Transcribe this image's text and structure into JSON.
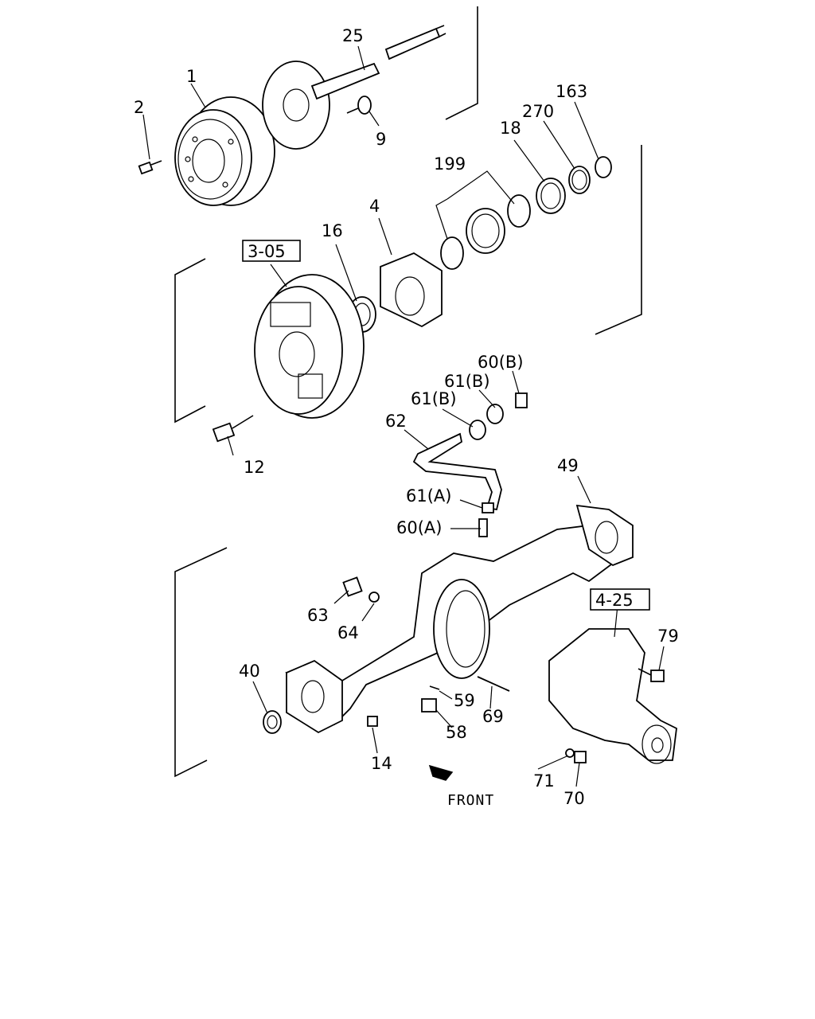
{
  "labels": {
    "p1": "1",
    "p2": "2",
    "p25": "25",
    "p9": "9",
    "p163": "163",
    "p270": "270",
    "p18": "18",
    "p199": "199",
    "p4": "4",
    "p16": "16",
    "p12": "12",
    "p60b": "60(B)",
    "p61b_1": "61(B)",
    "p61b_2": "61(B)",
    "p62": "62",
    "p49": "49",
    "p61a": "61(A)",
    "p60a": "60(A)",
    "p63": "63",
    "p64": "64",
    "p40": "40",
    "p59": "59",
    "p69": "69",
    "p58": "58",
    "p14": "14",
    "p79": "79",
    "p71": "71",
    "p70": "70"
  },
  "refs": {
    "brake_ref": "3-05",
    "diff_ref": "4-25"
  },
  "direction": {
    "front": "FRONT"
  },
  "colors": {
    "line": "#000000",
    "background": "#ffffff"
  }
}
